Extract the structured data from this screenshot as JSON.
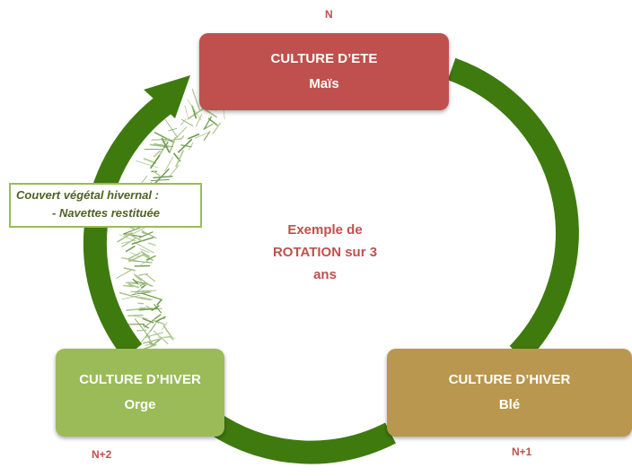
{
  "diagram": {
    "center_text": [
      "Exemple de",
      "ROTATION sur 3",
      "ans"
    ],
    "stages": [
      {
        "title": "CULTURE D’ETE",
        "crop": "Maïs",
        "year": "N",
        "color": "#c0504d"
      },
      {
        "title": "CULTURE D’HIVER",
        "crop": "Blé",
        "year": "N+1",
        "color": "#b9974f"
      },
      {
        "title": "CULTURE D’HIVER",
        "crop": "Orge",
        "year": "N+2",
        "color": "#9bbb59"
      }
    ],
    "cover_crop": {
      "line1": "Couvert végétal hivernal :",
      "line2": "- Navettes restituée"
    },
    "colors": {
      "arrow": "#3f7a0f",
      "text_accent": "#c0504d",
      "cover_text": "#4f6228",
      "cover_border": "#9bbb59"
    }
  }
}
